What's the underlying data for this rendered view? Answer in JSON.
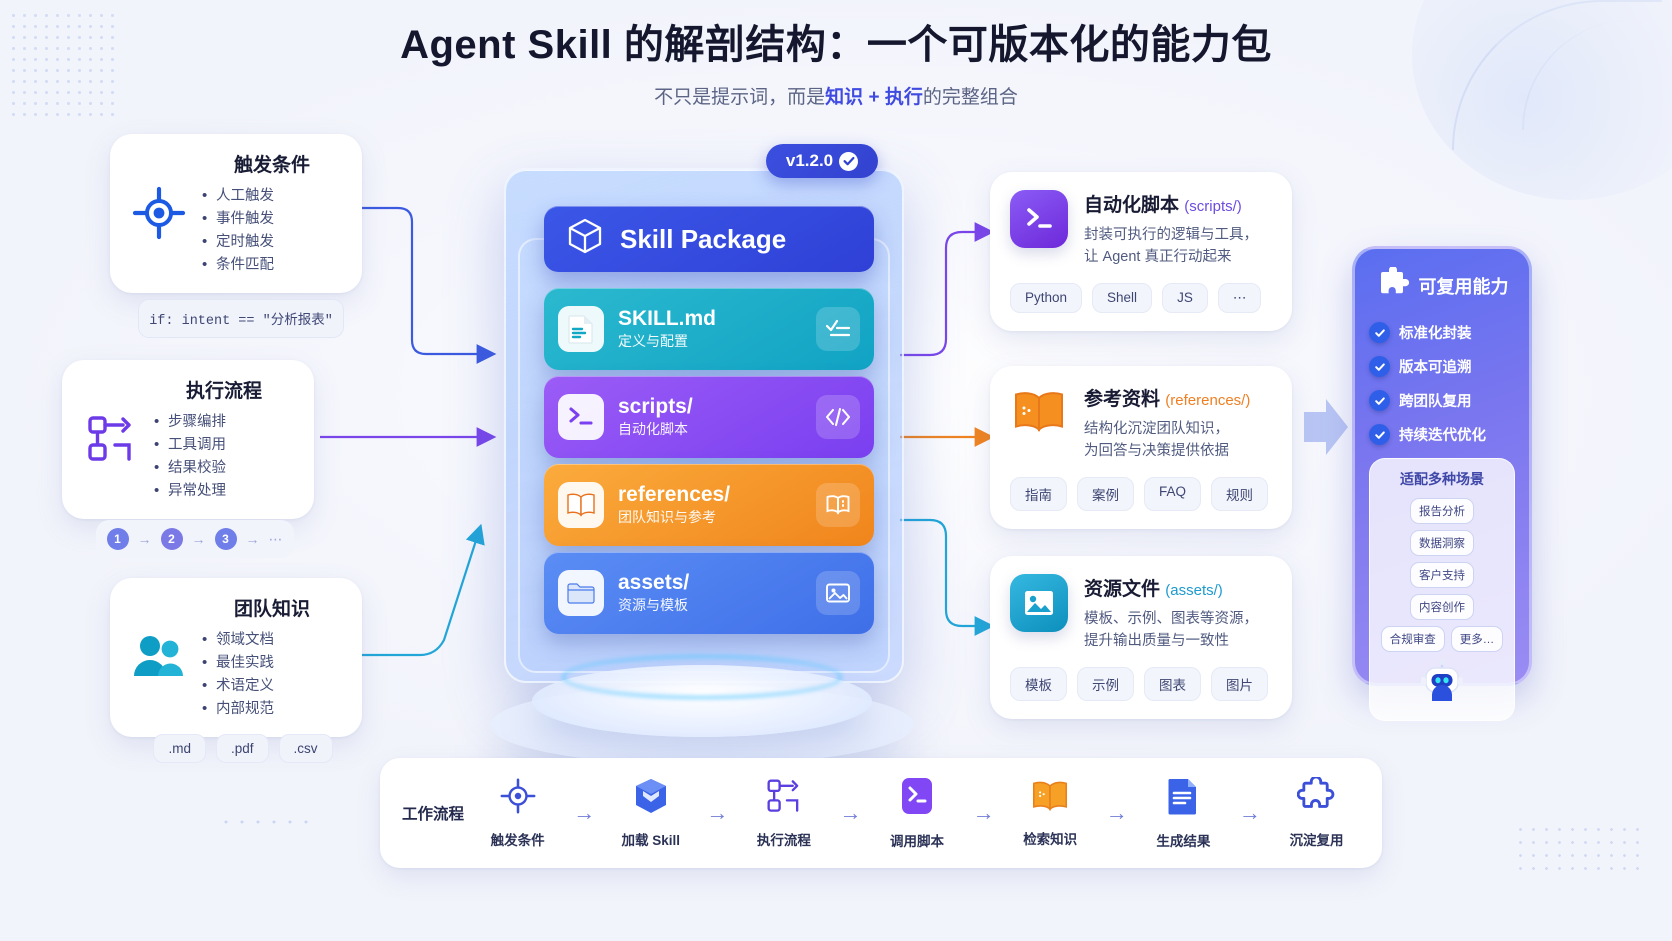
{
  "header": {
    "title": "Agent Skill 的解剖结构：一个可版本化的能力包",
    "subtitle_before": "不只是提示词，而是",
    "subtitle_hl1": "知识",
    "subtitle_plus": "+",
    "subtitle_hl2": "执行",
    "subtitle_after": "的完整组合"
  },
  "left_cards": [
    {
      "icon": "target-icon",
      "title": "触发条件",
      "items": [
        "人工触发",
        "事件触发",
        "定时触发",
        "条件匹配"
      ],
      "code": "if: intent == \"分析报表\""
    },
    {
      "icon": "flowchart-icon",
      "title": "执行流程",
      "items": [
        "步骤编排",
        "工具调用",
        "结果校验",
        "异常处理"
      ],
      "steps": [
        "1",
        "2",
        "3"
      ],
      "steps_more": "⋯",
      "steps_arrow": "→"
    },
    {
      "icon": "team-icon",
      "title": "团队知识",
      "items": [
        "领域文档",
        "最佳实践",
        "术语定义",
        "内部规范"
      ],
      "filetags": [
        ".md",
        ".pdf",
        ".csv"
      ]
    }
  ],
  "hero": {
    "version": "v1.2.0",
    "package_title": "Skill Package",
    "package_icon": "cube-icon",
    "layers": [
      {
        "icon": "document-icon",
        "title": "SKILL.md",
        "sub": "定义与配置",
        "badge": "checklist-icon",
        "color": "#14a9c6"
      },
      {
        "icon": "terminal-icon",
        "title": "scripts/",
        "sub": "自动化脚本",
        "badge": "code-icon",
        "color": "#8a4bf3"
      },
      {
        "icon": "book-icon",
        "title": "references/",
        "sub": "团队知识与参考",
        "badge": "open-book-icon",
        "color": "#f4901f"
      },
      {
        "icon": "folder-icon",
        "title": "assets/",
        "sub": "资源与模板",
        "badge": "image-icon",
        "color": "#4a7bec"
      }
    ]
  },
  "right_cards": [
    {
      "icon": "terminal-tile-icon",
      "title": "自动化脚本",
      "path": "(scripts/)",
      "desc_line1": "封装可执行的逻辑与工具，",
      "desc_line2": "让 Agent 真正行动起来",
      "chips": [
        "Python",
        "Shell",
        "JS",
        "⋯"
      ],
      "accent": "#6d4ce0"
    },
    {
      "icon": "book-tile-icon",
      "title": "参考资料",
      "path": "(references/)",
      "desc_line1": "结构化沉淀团队知识，",
      "desc_line2": "为回答与决策提供依据",
      "chips": [
        "指南",
        "案例",
        "FAQ",
        "规则"
      ],
      "accent": "#ef7f22"
    },
    {
      "icon": "image-tile-icon",
      "title": "资源文件",
      "path": "(assets/)",
      "desc_line1": "模板、示例、图表等资源，",
      "desc_line2": "提升输出质量与一致性",
      "chips": [
        "模板",
        "示例",
        "图表",
        "图片"
      ],
      "accent": "#1d9ad0"
    }
  ],
  "panel": {
    "icon": "puzzle-icon",
    "title": "可复用能力",
    "features": [
      "标准化封装",
      "版本可追溯",
      "跨团队复用",
      "持续迭代优化"
    ],
    "scenes_title": "适配多种场景",
    "scenes": [
      "报告分析",
      "数据洞察",
      "客户支持",
      "内容创作",
      "合规审查",
      "更多…"
    ],
    "mascot": "robot-icon"
  },
  "workflow": {
    "label": "工作流程",
    "arrow": "→",
    "steps": [
      {
        "icon": "target-icon",
        "name": "触发条件"
      },
      {
        "icon": "cube-icon",
        "name": "加载 Skill"
      },
      {
        "icon": "flowchart-icon",
        "name": "执行流程"
      },
      {
        "icon": "terminal-icon",
        "name": "调用脚本"
      },
      {
        "icon": "book-icon",
        "name": "检索知识"
      },
      {
        "icon": "document-icon",
        "name": "生成结果"
      },
      {
        "icon": "puzzle-icon",
        "name": "沉淀复用"
      }
    ]
  }
}
